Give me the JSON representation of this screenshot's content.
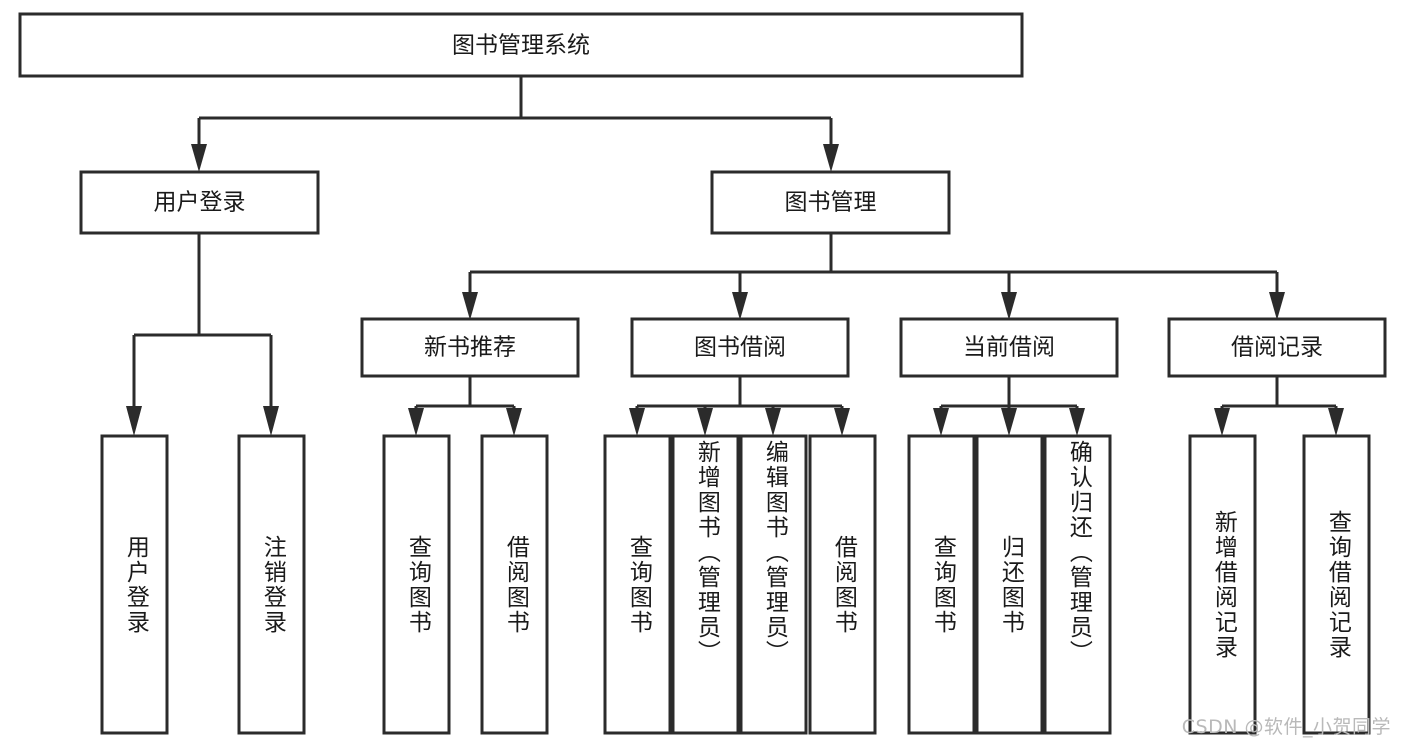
{
  "diagram": {
    "type": "tree-hierarchy",
    "title": "图书管理系统",
    "orientation": "top-down",
    "colors": {
      "box_fill": "#ffffff",
      "box_stroke": "#2b2b2b",
      "text": "#1a1a1a",
      "background": "#ffffff",
      "watermark": "#b9b9b9"
    },
    "root": {
      "label": "图书管理系统"
    },
    "level2": [
      {
        "label": "用户登录"
      },
      {
        "label": "图书管理"
      }
    ],
    "level3": [
      {
        "label": "新书推荐"
      },
      {
        "label": "图书借阅"
      },
      {
        "label": "当前借阅"
      },
      {
        "label": "借阅记录"
      }
    ],
    "leaves": {
      "user_login": [
        {
          "label": "用户登录"
        },
        {
          "label": "注销登录"
        }
      ],
      "new_book_recommend": [
        {
          "label": "查询图书"
        },
        {
          "label": "借阅图书"
        }
      ],
      "book_borrow": [
        {
          "label": "查询图书"
        },
        {
          "label": "新增图书（管理员）"
        },
        {
          "label": "编辑图书（管理员）"
        },
        {
          "label": "借阅图书"
        }
      ],
      "current_borrow": [
        {
          "label": "查询图书"
        },
        {
          "label": "归还图书"
        },
        {
          "label": "确认归还（管理员）"
        }
      ],
      "borrow_record": [
        {
          "label": "新增借阅记录"
        },
        {
          "label": "查询借阅记录"
        }
      ]
    }
  },
  "watermark": {
    "text": "CSDN @软件_小贺同学"
  }
}
